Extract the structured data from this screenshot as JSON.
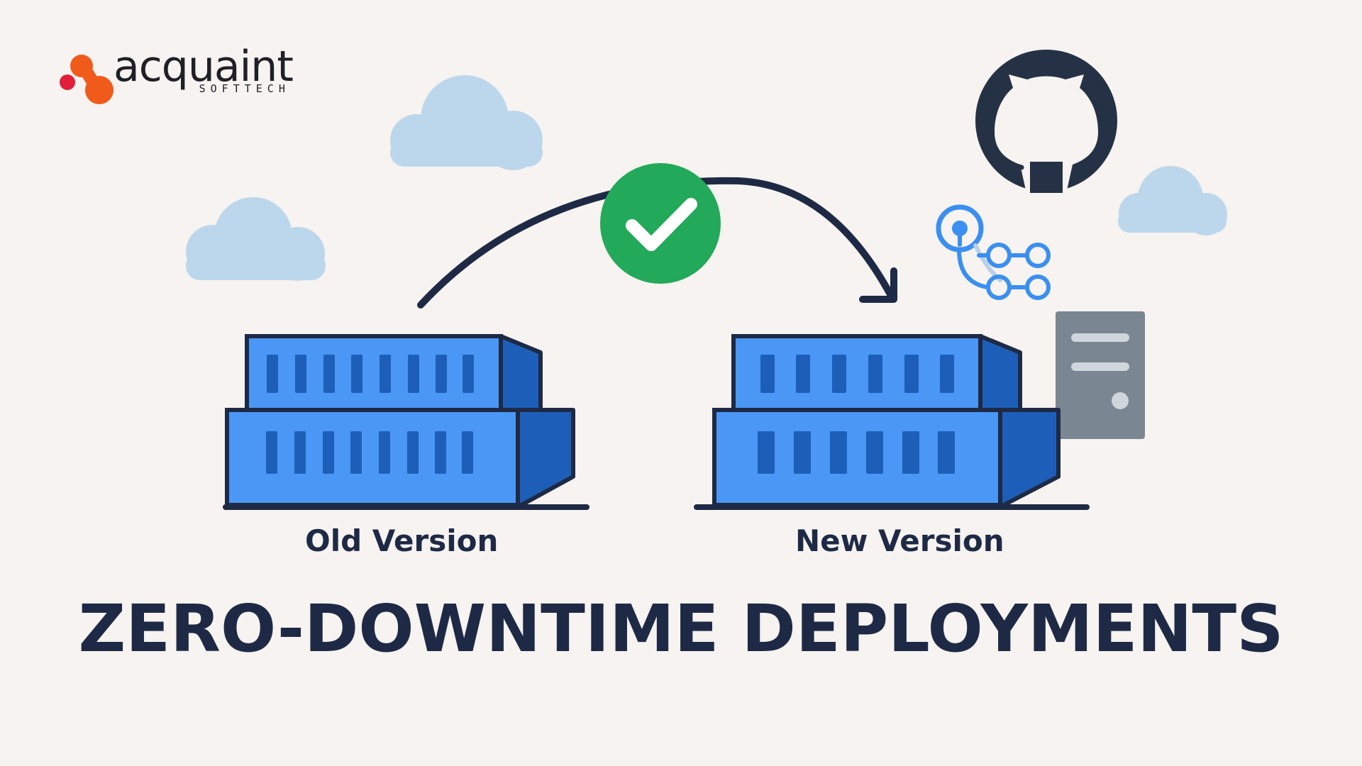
{
  "brand": {
    "name": "acquaint",
    "tagline": "SOFTTECH"
  },
  "labels": {
    "old_version": "Old Version",
    "new_version": "New Version"
  },
  "headline": "ZERO-DOWNTIME DEPLOYMENTS",
  "icons": {
    "logo": "acquaint-logo-icon",
    "github": "github-icon",
    "pipeline": "git-pipeline-icon",
    "success": "check-icon",
    "server": "server-icon"
  },
  "colors": {
    "background": "#f6f3f0",
    "navy": "#1e2a45",
    "container_blue": "#4a97f5",
    "container_dark": "#1d5fb8",
    "success_green": "#22a95a",
    "cloud": "#bcd7ec",
    "server_gray": "#7a8691",
    "logo_orange": "#f05a1a",
    "logo_red": "#e21e3a"
  }
}
